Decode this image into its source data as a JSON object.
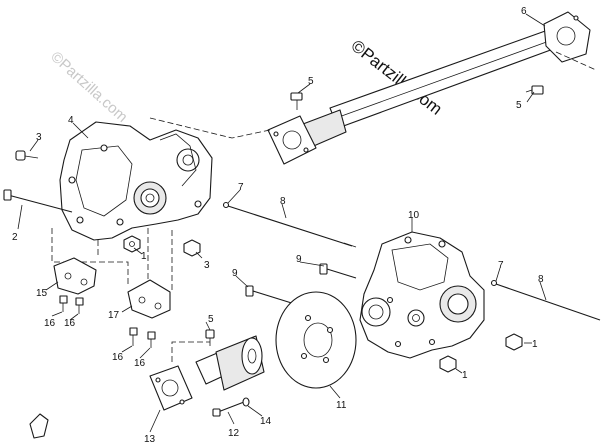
{
  "watermarks": {
    "primary": "©Partzilla.com",
    "faint": "©Partzilla.com"
  },
  "callouts": [
    {
      "id": "c1a",
      "label": "1"
    },
    {
      "id": "c1b",
      "label": "1"
    },
    {
      "id": "c1c",
      "label": "1"
    },
    {
      "id": "c2",
      "label": "2"
    },
    {
      "id": "c3a",
      "label": "3"
    },
    {
      "id": "c3b",
      "label": "3"
    },
    {
      "id": "c4",
      "label": "4"
    },
    {
      "id": "c5a",
      "label": "5"
    },
    {
      "id": "c5b",
      "label": "5"
    },
    {
      "id": "c5c",
      "label": "5"
    },
    {
      "id": "c6",
      "label": "6"
    },
    {
      "id": "c7a",
      "label": "7"
    },
    {
      "id": "c7b",
      "label": "7"
    },
    {
      "id": "c8a",
      "label": "8"
    },
    {
      "id": "c8b",
      "label": "8"
    },
    {
      "id": "c9a",
      "label": "9"
    },
    {
      "id": "c9b",
      "label": "9"
    },
    {
      "id": "c10",
      "label": "10"
    },
    {
      "id": "c11",
      "label": "11"
    },
    {
      "id": "c12",
      "label": "12"
    },
    {
      "id": "c13",
      "label": "13"
    },
    {
      "id": "c14",
      "label": "14"
    },
    {
      "id": "c15",
      "label": "15"
    },
    {
      "id": "c16a",
      "label": "16"
    },
    {
      "id": "c16b",
      "label": "16"
    },
    {
      "id": "c16c",
      "label": "16"
    },
    {
      "id": "c16d",
      "label": "16"
    },
    {
      "id": "c17",
      "label": "17"
    }
  ],
  "colors": {
    "line": "#1a1a1a",
    "watermark": "#111111",
    "watermark_faint": "#c8c8c8"
  }
}
